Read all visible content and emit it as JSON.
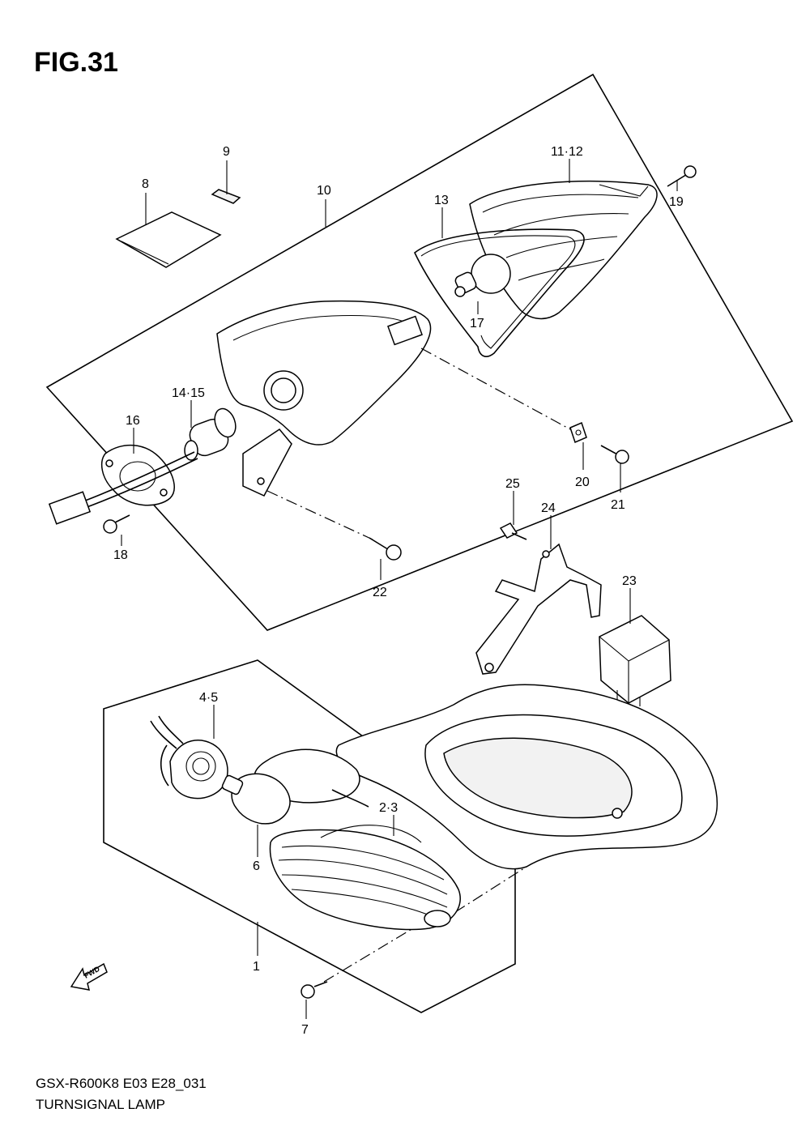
{
  "figure": {
    "title": "FIG.31",
    "model_code": "GSX-R600K8 E03 E28_031",
    "name": "TURNSIGNAL LAMP"
  },
  "fwd_label": "FWD",
  "callouts": {
    "c1": "1",
    "c23": "2·3",
    "c45": "4·5",
    "c6": "6",
    "c7": "7",
    "c8": "8",
    "c9": "9",
    "c10": "10",
    "c1112": "11·12",
    "c13": "13",
    "c1415": "14·15",
    "c16": "16",
    "c17": "17",
    "c18": "18",
    "c19": "19",
    "c20": "20",
    "c21": "21",
    "c22": "22",
    "c23b": "23",
    "c24": "24",
    "c25": "25"
  }
}
